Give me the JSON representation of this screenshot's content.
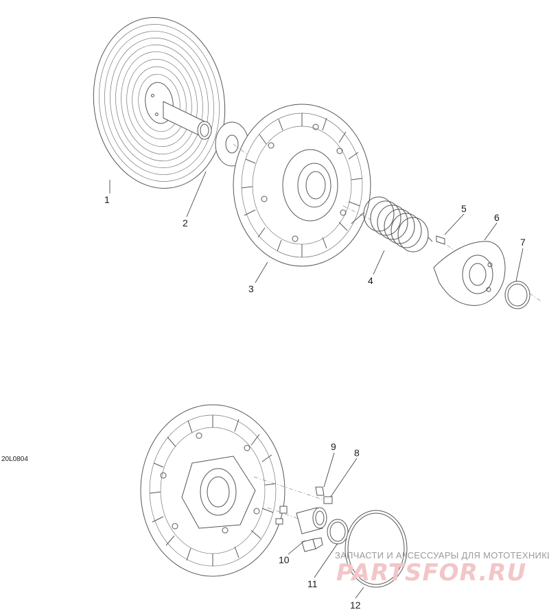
{
  "diagram_code": "20L0804",
  "callouts": {
    "c1": "1",
    "c2": "2",
    "c3": "3",
    "c4": "4",
    "c5": "5",
    "c6": "6",
    "c7": "7",
    "c8": "8",
    "c9": "9",
    "c10": "10",
    "c11": "11",
    "c12": "12"
  },
  "watermark": {
    "tagline": "ЗАПЧАСТИ И АКСЕССУАРЫ ДЛЯ МОТОТЕХНИКИ",
    "brand": "PARTSFOR.RU"
  },
  "colors": {
    "line": "#555555",
    "watermark_brand": "#f2c6c8",
    "watermark_text": "#9a9a9a"
  }
}
